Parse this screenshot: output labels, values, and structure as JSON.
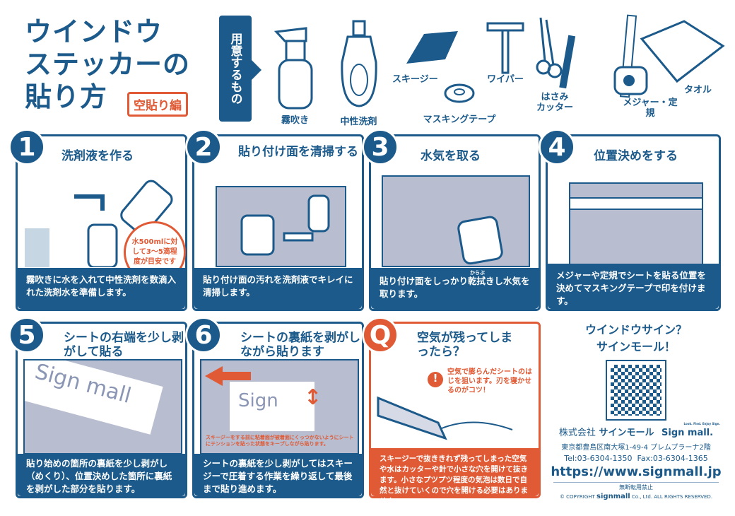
{
  "header": {
    "title_lines": [
      "ウインドウ",
      "ステッカーの",
      "貼り方"
    ],
    "subtitle": "空貼り編",
    "prep_label": "用意するもの"
  },
  "tools": [
    {
      "label": "霧吹き",
      "icon": "spray-bottle-icon"
    },
    {
      "label": "中性洗剤",
      "icon": "detergent-icon"
    },
    {
      "label": "スキージー",
      "icon": "squeegee-icon"
    },
    {
      "label": "マスキングテープ",
      "icon": "masking-tape-icon"
    },
    {
      "label": "ワイパー",
      "icon": "wiper-icon"
    },
    {
      "label": "はさみ",
      "label2": "カッター",
      "icon": "scissors-cutter-icon"
    },
    {
      "label": "メジャー・定規",
      "icon": "tape-measure-icon"
    },
    {
      "label": "タオル",
      "icon": "towel-icon"
    }
  ],
  "steps": [
    {
      "num": "1",
      "title": "洗剤液を作る",
      "badge": "水500mlに対して3～5滴程度が目安です",
      "desc": "霧吹きに水を入れて中性洗剤を数滴入れた洗剤水を準備します。"
    },
    {
      "num": "2",
      "title": "貼り付け面を清掃する",
      "desc": "貼り付け面の汚れを洗剤液でキレイに清掃します。"
    },
    {
      "num": "3",
      "title": "水気を取る",
      "ruby": "からぶ",
      "desc": "貼り付け面をしっかり乾拭きし水気を取ります。"
    },
    {
      "num": "4",
      "title": "位置決めをする",
      "desc": "メジャーや定規でシートを貼る位置を決めてマスキングテープで印を付けます。"
    },
    {
      "num": "5",
      "title": "シートの右端を少し剥がして貼る",
      "sheet_text": "Sign mall",
      "desc": "貼り始めの箇所の裏紙を少し剥がし（めくり）、位置決めした箇所に裏紙を剥がした部分を貼ります。"
    },
    {
      "num": "6",
      "title": "シートの裏紙を剥がしながら貼ります",
      "sheet_text": "Sign",
      "warning": "スキージーをする前に粘着面が被着面にくっつかないようにシートにテンションを貼った状態をキープしながら貼ります。",
      "desc": "シートの裏紙を少し剥がしてはスキージーで圧着する作業を繰り返して最後まで貼り進めます。"
    }
  ],
  "faq": {
    "num": "Q",
    "title": "空気が残ってしまったら？",
    "tip": "空気で膨らんだシートのはじを狙います。刃を寝かせるのがコツ！",
    "desc": "スキージーで抜ききれず残ってしまった空気や水はカッターや針で小さな穴を開けて抜きます。小さなプツプツ程度の気泡は数日で自然と抜けていくので穴を開ける必要はありません。"
  },
  "company": {
    "slogan1": "ウインドウサイン？",
    "slogan2": "サインモール！",
    "name_prefix": "株式会社",
    "name": "サインモール",
    "logo": "Sign mall.",
    "logo_tagline": "Look. Find. Enjoy Sign.",
    "address": "東京都豊島区南大塚1-49-4 プレムプラーナ2階",
    "tel": "Tel:03-6304-1350",
    "fax": "Fax:03-6304-1365",
    "url": "https://www.signmall.jp",
    "notice": "無断転用禁止",
    "copyright_pre": "© COPYRIGHT",
    "copyright_brand": "signmall",
    "copyright_post": "Co., Ltd. ALL RIGHTS RESERVED."
  },
  "colors": {
    "navy": "#1b5a8a",
    "orange": "#e05a35",
    "grey": "#b8bdd0"
  }
}
